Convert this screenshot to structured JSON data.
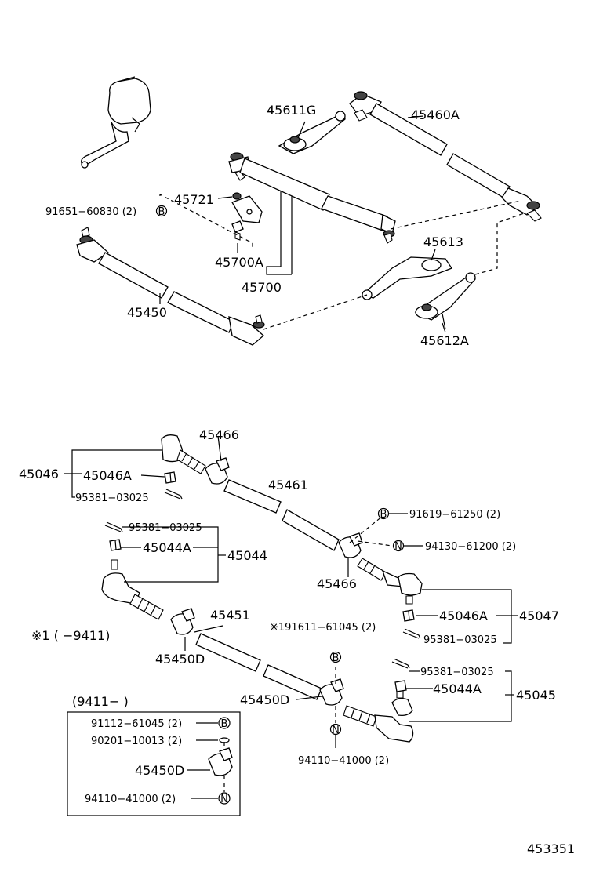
{
  "top": {
    "p45611G": "45611G",
    "p45460A": "45460A",
    "p45721": "45721",
    "p91651": "91651−60830 (2)",
    "p45700A": "45700A",
    "p45700": "45700",
    "p45613": "45613",
    "p45450": "45450",
    "p45612A": "45612A"
  },
  "bottom": {
    "p45466a": "45466",
    "p45046": "45046",
    "p45046A": "45046A",
    "p95381a": "95381−03025",
    "p45461": "45461",
    "p91619": "91619−61250 (2)",
    "p94130": "94130−61200 (2)",
    "p95381b": "95381−03025",
    "p45044A": "45044A",
    "p45044": "45044",
    "p45466b": "45466",
    "p45451": "45451",
    "p45046Ab": "45046A",
    "p45047": "45047",
    "p191611": "※191611−61045 (2)",
    "p95381c": "95381−03025",
    "pNote1": "※1 (          −9411)",
    "p45450Da": "45450D",
    "p95381d": "95381−03025",
    "p45044Ab": "45044A",
    "p45045": "45045",
    "p45450Db": "45450D",
    "p94110a": "94110−41000 (2)"
  },
  "inset": {
    "title": "(9411−          )",
    "p91112": "91112−61045 (2)",
    "p90201": "90201−10013 (2)",
    "p45450D": "45450D",
    "p94110": "94110−41000 (2)"
  },
  "markers": {
    "B": "B",
    "N": "N"
  },
  "figure_number": "453351"
}
